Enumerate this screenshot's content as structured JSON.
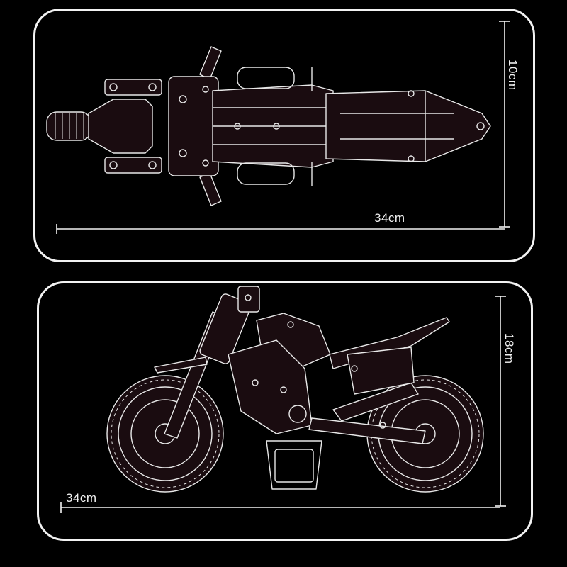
{
  "top_view": {
    "height_label": "10cm",
    "length_label": "34cm"
  },
  "side_view": {
    "height_label": "18cm",
    "length_label": "34cm"
  },
  "colors": {
    "background": "#000000",
    "line": "#f2f2f2",
    "model_fill": "#1a0c10"
  }
}
